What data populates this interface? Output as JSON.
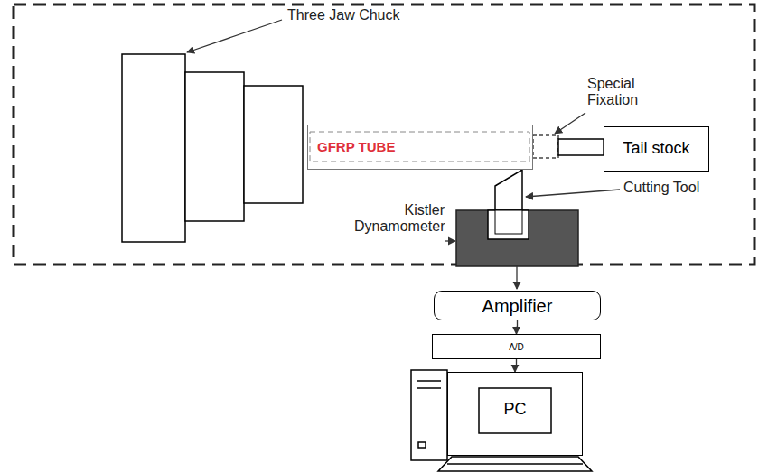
{
  "diagram": {
    "nodes": [
      {
        "text": [
          "GFRP TUBE"
        ]
      },
      {
        "text": [
          "Tail stock"
        ]
      },
      {
        "text": [
          "Amplifier"
        ]
      },
      {
        "text": [
          "A/D"
        ]
      },
      {
        "text": [
          "PC"
        ]
      }
    ],
    "edges": [
      {
        "from": 2,
        "to": 3,
        "arrow": "to"
      },
      {
        "from": 3,
        "to": 4,
        "arrow": "to"
      }
    ],
    "labels": [
      "Three Jaw Chuck",
      "Special Fixation",
      "Cutting Tool",
      "Kistler Dynamometer"
    ]
  }
}
